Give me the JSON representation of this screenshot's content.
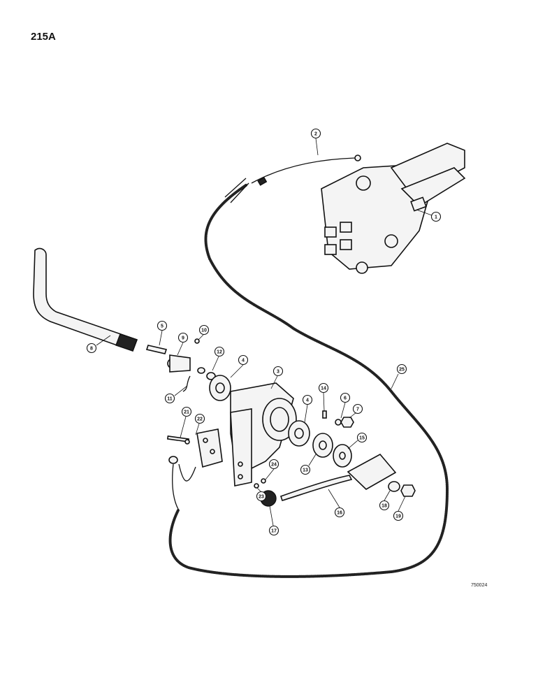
{
  "page_number": "215A",
  "drawing_code": "750024",
  "callouts": [
    {
      "id": "c1",
      "label": "1"
    },
    {
      "id": "c2",
      "label": "2"
    },
    {
      "id": "c3",
      "label": "3"
    },
    {
      "id": "c4a",
      "label": "4"
    },
    {
      "id": "c4b",
      "label": "4"
    },
    {
      "id": "c5",
      "label": "5"
    },
    {
      "id": "c6",
      "label": "6"
    },
    {
      "id": "c7",
      "label": "7"
    },
    {
      "id": "c8",
      "label": "8"
    },
    {
      "id": "c9",
      "label": "9"
    },
    {
      "id": "c10",
      "label": "10"
    },
    {
      "id": "c11",
      "label": "11"
    },
    {
      "id": "c12",
      "label": "12"
    },
    {
      "id": "c13",
      "label": "13"
    },
    {
      "id": "c14",
      "label": "14"
    },
    {
      "id": "c15",
      "label": "15"
    },
    {
      "id": "c16",
      "label": "16"
    },
    {
      "id": "c17",
      "label": "17"
    },
    {
      "id": "c18",
      "label": "18"
    },
    {
      "id": "c19",
      "label": "19"
    },
    {
      "id": "c21",
      "label": "21"
    },
    {
      "id": "c22",
      "label": "22"
    },
    {
      "id": "c23",
      "label": "23"
    },
    {
      "id": "c24",
      "label": "24"
    },
    {
      "id": "c25",
      "label": "25"
    }
  ]
}
